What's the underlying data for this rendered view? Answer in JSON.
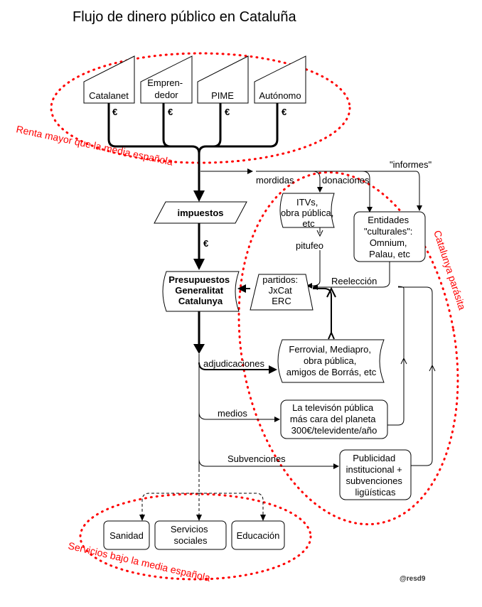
{
  "title": "Flujo de dinero público en Cataluña",
  "sources": [
    {
      "id": "catalanet",
      "label": "Catalanet"
    },
    {
      "id": "emprendedor",
      "lines": [
        "Empren-",
        "dedor"
      ]
    },
    {
      "id": "pime",
      "label": "PIME"
    },
    {
      "id": "autonomo",
      "label": "Autónomo"
    }
  ],
  "euro": "€",
  "impuestos": "impuestos",
  "presupuestos": [
    "Presupuestos",
    "Generalitat",
    "Catalunya"
  ],
  "flows": {
    "mordidas": "mordidas",
    "donaciones": "donaciones",
    "informes": "\"informes\"",
    "pitufeo": "pitufeo",
    "reeleccion": "Reelección",
    "adjudicaciones": "adjudicaciones",
    "medios": "medios",
    "subvenciones": "Subvenciones"
  },
  "itvs": [
    "ITVs,",
    "obra pública,",
    "etc"
  ],
  "entidades": [
    "Entidades",
    "\"culturales\":",
    "Omnium,",
    "Palau, etc"
  ],
  "partidos": [
    "partidos:",
    "JxCat",
    "ERC"
  ],
  "ferrovial": [
    "Ferrovial, Mediapro,",
    "obra pública,",
    "amigos de Borrás, etc"
  ],
  "television": [
    "La televisón pública",
    "más cara del planeta",
    "300€/televidente/año"
  ],
  "publicidad": [
    "Publicidad",
    "institucional +",
    "subvenciones",
    "ligüísticas"
  ],
  "services": [
    {
      "id": "sanidad",
      "label": "Sanidad"
    },
    {
      "id": "servicios",
      "lines": [
        "Servicios",
        "sociales"
      ]
    },
    {
      "id": "educacion",
      "label": "Educación"
    }
  ],
  "annotations": {
    "renta": "Renta mayor que la media española",
    "parasita": "Catalunya parásita",
    "servicios_bajo": "Servicios bajo la media española"
  },
  "signature": "@resd9"
}
